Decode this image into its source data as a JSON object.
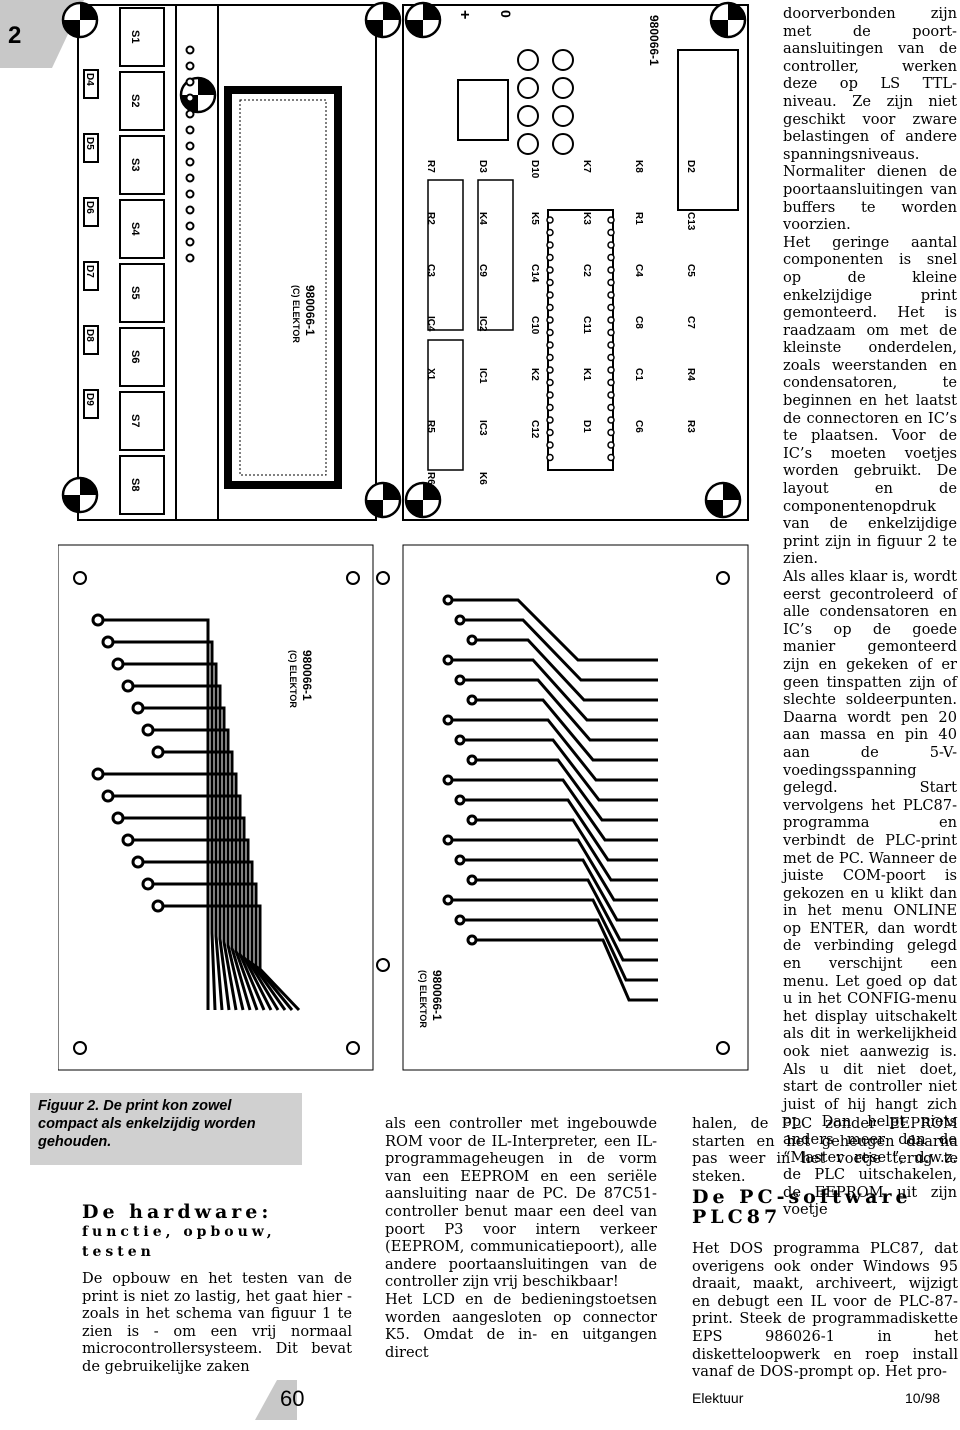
{
  "page_tab": "2",
  "figure_caption": "Figuur 2. De print kon zowel compact als enkelzijdig worden gehouden.",
  "pcb": {
    "board_code": "980066-1",
    "copyright": "(C) ELEKTOR",
    "switch_labels": [
      "S1",
      "S2",
      "S3",
      "S4",
      "S5",
      "S6",
      "S7",
      "S8"
    ],
    "diode_labels": [
      "D4",
      "D5",
      "D6",
      "D7",
      "D8",
      "D9"
    ],
    "other_labels": [
      "R7",
      "D3",
      "D10",
      "K7",
      "K8",
      "D2",
      "R2",
      "K4",
      "K5",
      "K3",
      "R1",
      "C13",
      "C3",
      "C9",
      "C14",
      "C2",
      "C4",
      "C5",
      "IC4",
      "IC2",
      "C10",
      "C11",
      "C8",
      "C7",
      "X1",
      "IC1",
      "K2",
      "K1",
      "C1",
      "R4",
      "R5",
      "IC3",
      "C12",
      "D1",
      "C6",
      "R3",
      "R6",
      "K6"
    ],
    "plus_label": "+",
    "zero_label": "0"
  },
  "section1": {
    "heading_line1": "De hardware:",
    "heading_line2": "functie, opbouw,",
    "heading_line3": "testen",
    "text": "De opbouw en het testen van de print is niet zo lastig, het gaat hier - zoals in het schema van figuur 1 te zien is - om een vrij normaal microcontrollersysteem. Dit bevat de gebruikelijke zaken"
  },
  "col2_text": [
    "als een controller met ingebouwde ROM voor de IL-Interpreter, een IL-programmageheugen in de vorm van een EEPROM en een seriële aansluiting naar de PC. De 87C51-controller benut maar een deel van poort P3 voor intern verkeer (EEPROM, communicatiepoort), alle andere poortaansluitingen van de controller zijn vrij beschikbaar!",
    "Het LCD en de bedieningstoetsen worden aangesloten op connector K5. Omdat de in- en uitgangen direct"
  ],
  "col3_text": [
    "doorverbonden zijn met de poort-aansluitingen van de controller, werken deze op LS TTL-niveau. Ze zijn niet geschikt voor zware belastingen of andere spanningsniveaus. Normaliter dienen de poortaansluitingen van buffers te worden voorzien.",
    "Het geringe aantal componenten is snel op de kleine enkelzijdige print gemonteerd. Het is raadzaam om met de kleinste onderdelen, zoals weerstanden en condensatoren, te beginnen en het laatst de connectoren en IC’s te plaatsen. Voor de IC’s moeten voetjes worden gebruikt. De layout en de componentenopdruk van de enkelzijdige print zijn in figuur 2 te zien.",
    "Als alles klaar is, wordt eerst gecontroleerd of alle condensatoren en IC’s op de goede manier gemonteerd zijn en gekeken of er geen tinspatten zijn of slechte soldeerpunten. Daarna wordt pen 20 aan massa en pin 40 aan de 5-V-voedingsspanning gelegd. Start vervolgens het PLC87-programma en verbindt de PLC-print met de PC. Wanneer de juiste COM-poort is gekozen en u klikt dan in het menu ONLINE op ENTER, dan wordt de verbinding gelegd en verschijnt een menu. Let goed op dat u in het CONFIG-menu het display uitschakelt als dit in werkelijkheid ook niet aanwezig is. Als u dit niet doet, start de controller niet juist of hij hangt zich op. Dan helpt niets anders meer dan de “Master reset”, d.w.z. de PLC uitschakelen, de EEPROM uit zijn voetje"
  ],
  "col3b_text": "halen, de PLC zonder EEPROM starten en het geheugen daarna pas weer in het voetje terug te steken.",
  "section2": {
    "heading_line1": "De PC-software",
    "heading_line2": "PLC87",
    "text": "Het DOS programma PLC87, dat overigens ook onder Windows 95 draait, maakt, archiveert, wijzigt en debugt een IL voor de PLC-87-print. Steek de programmadiskette EPS 986026-1 in het disketteloopwerk en roep install vanaf de DOS-prompt op. Het pro-"
  },
  "footer": {
    "page_number": "60",
    "magazine": "Elektuur",
    "issue": "10/98"
  }
}
